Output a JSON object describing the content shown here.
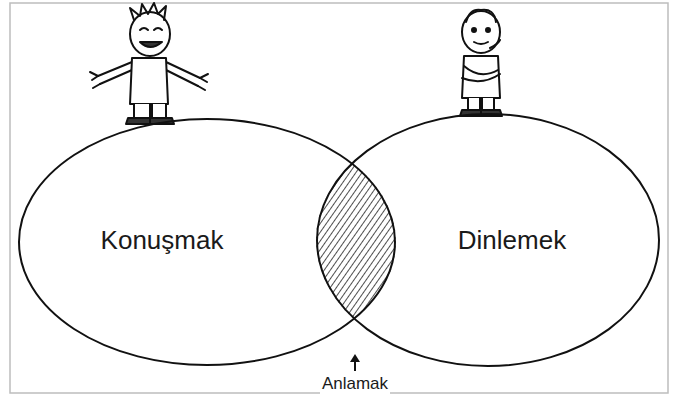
{
  "diagram": {
    "nodes": [
      {
        "text": [
          "Konuşmak"
        ]
      },
      {
        "text": [
          "Dinlemek"
        ]
      }
    ],
    "labels": [
      "Anlamak"
    ]
  }
}
